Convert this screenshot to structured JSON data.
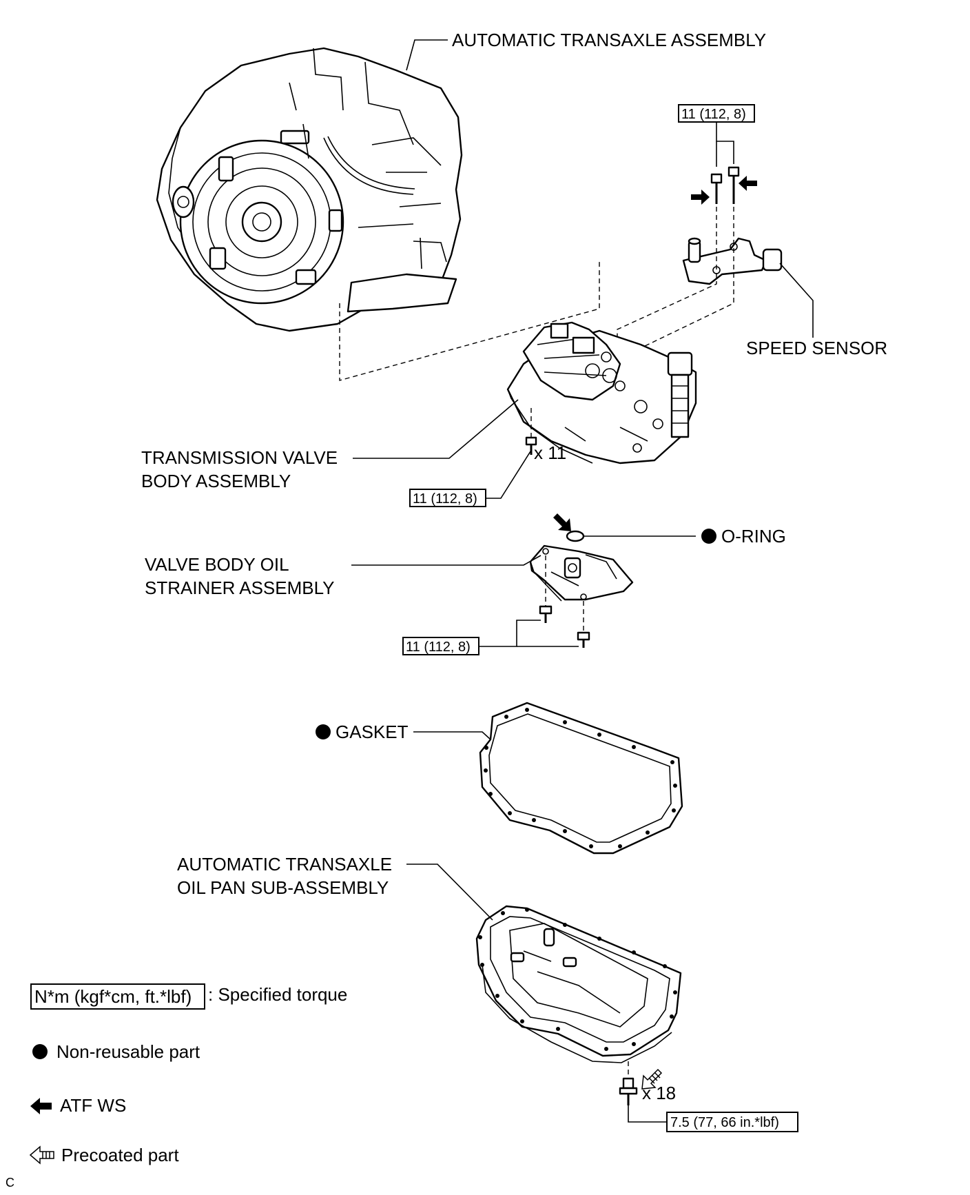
{
  "labels": {
    "transaxle": "AUTOMATIC TRANSAXLE ASSEMBLY",
    "speed_sensor": "SPEED SENSOR",
    "valve_body_1": "TRANSMISSION VALVE",
    "valve_body_2": "BODY ASSEMBLY",
    "strainer_1": "VALVE BODY OIL",
    "strainer_2": "STRAINER ASSEMBLY",
    "o_ring": "O-RING",
    "gasket": "GASKET",
    "oil_pan_1": "AUTOMATIC TRANSAXLE",
    "oil_pan_2": "OIL PAN SUB-ASSEMBLY"
  },
  "torques": {
    "speed_sensor": "11 (112, 8)",
    "valve_body": "11 (112, 8)",
    "strainer": "11 (112, 8)",
    "oil_pan": "7.5 (77, 66 in.*lbf)"
  },
  "quantities": {
    "valve_body_bolts": "x 11",
    "oil_pan_bolts": "x 18"
  },
  "legend": {
    "torque_box": "N*m (kgf*cm, ft.*lbf)",
    "torque_text": ": Specified torque",
    "non_reusable": "Non-reusable part",
    "atf": "ATF WS",
    "precoated": "Precoated part"
  },
  "footer": "C"
}
